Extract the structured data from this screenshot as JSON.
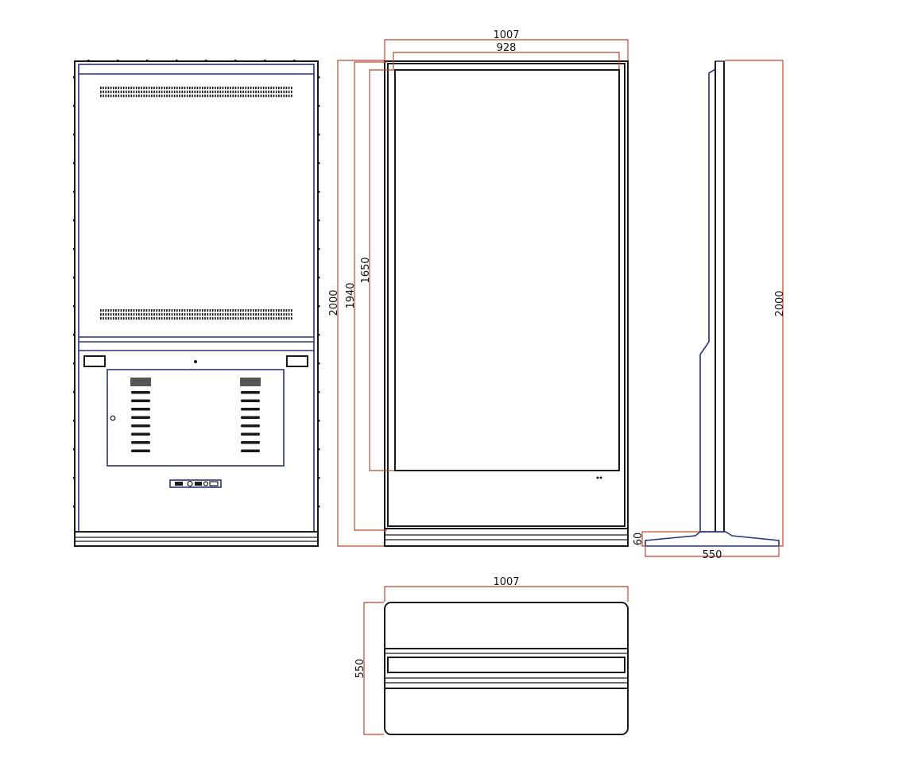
{
  "colors": {
    "outline": "#1a1a1a",
    "panel_outline": "#2a3470",
    "dimension_line": "#c0492e"
  },
  "dimensions": {
    "front_outer_width": "1007",
    "front_screen_width": "928",
    "overall_height": "2000",
    "inner_height": "1940",
    "screen_height": "1650",
    "side_height": "2000",
    "base_height": "60",
    "base_depth": "550",
    "top_width": "1007",
    "top_depth": "550"
  }
}
